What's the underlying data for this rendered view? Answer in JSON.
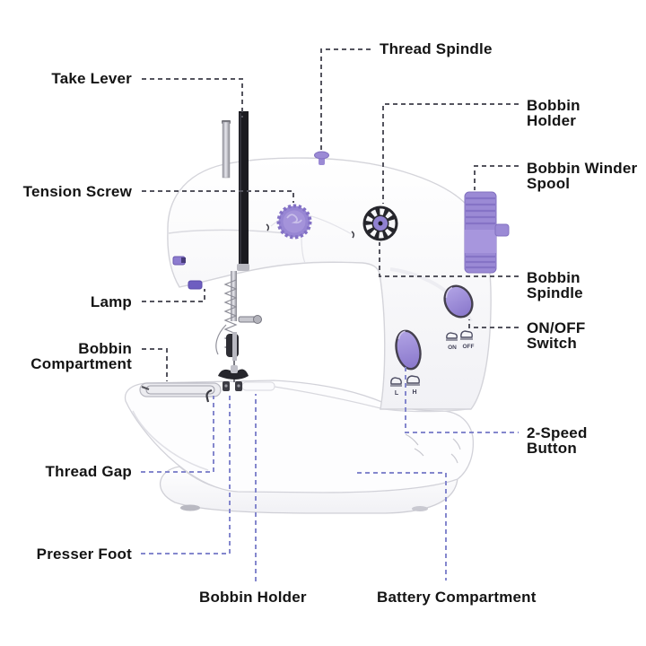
{
  "page": {
    "background": "#ffffff"
  },
  "colors": {
    "accent_purple": "#9b8ad5",
    "accent_purple_dark": "#8170c0",
    "callout_gray": "#54545e",
    "callout_purple": "#8487cd",
    "label_text": "#141414",
    "machine_white": "#fcfcfd"
  },
  "labels": {
    "take_lever": "Take Lever",
    "tension_screw": "Tension Screw",
    "lamp": "Lamp",
    "bobbin_compartment": "Bobbin Compartment",
    "thread_gap": "Thread Gap",
    "presser_foot": "Presser Foot",
    "thread_spindle": "Thread Spindle",
    "bobbin_holder_right": "Bobbin Holder",
    "bobbin_winder_spool": "Bobbin Winder Spool",
    "bobbin_spindle": "Bobbin Spindle",
    "on_off_switch": "ON/OFF Switch",
    "two_speed_button": "2-Speed Button",
    "bobbin_holder_bottom": "Bobbin Holder",
    "battery_compartment": "Battery Compartment"
  },
  "machine_markings": {
    "on": "ON",
    "off": "OFF",
    "low": "L",
    "high": "H"
  }
}
